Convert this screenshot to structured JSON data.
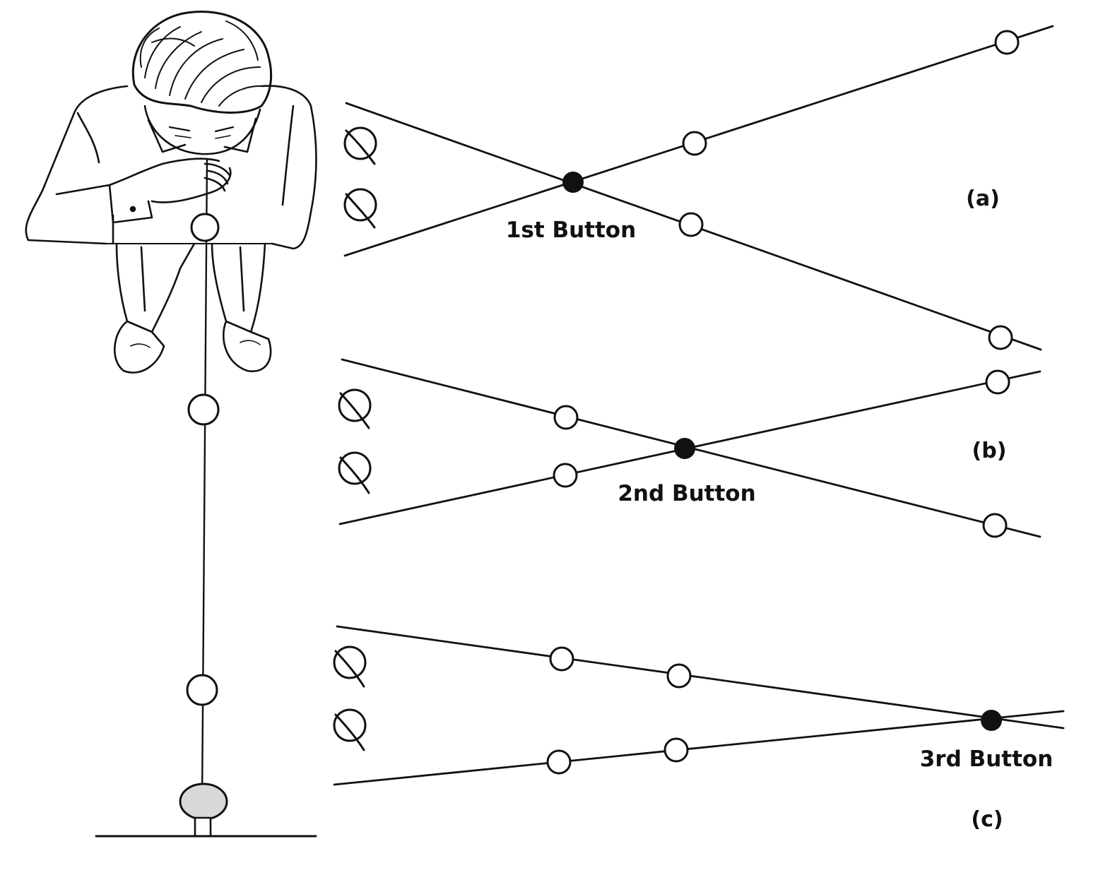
{
  "panels": [
    {
      "label": "(a)",
      "button_label": "1st Button"
    },
    {
      "label": "(b)",
      "button_label": "2nd Button"
    },
    {
      "label": "(c)",
      "button_label": "3rd Button"
    }
  ],
  "colors": {
    "ink": "#111111",
    "background": "#ffffff",
    "ground_ball": "#d8d8d8"
  }
}
